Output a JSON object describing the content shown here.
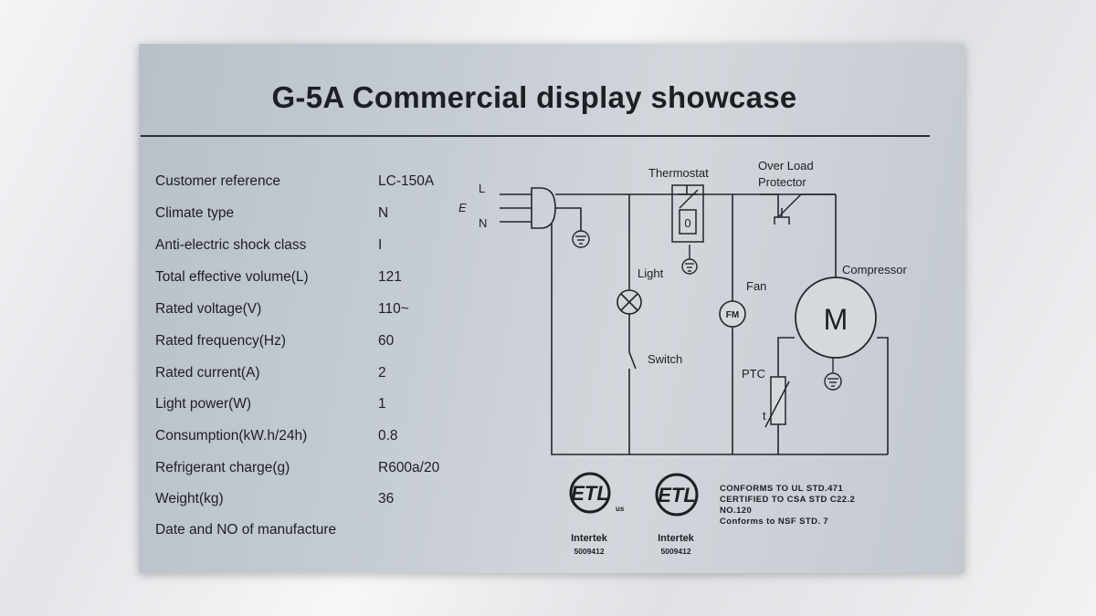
{
  "title": "G-5A Commercial display showcase",
  "specs": [
    {
      "label": "Customer reference",
      "value": "LC-150A"
    },
    {
      "label": "Climate type",
      "value": "N"
    },
    {
      "label": "Anti-electric shock class",
      "value": "I"
    },
    {
      "label": "Total effective volume(L)",
      "value": "121"
    },
    {
      "label": "Rated voltage(V)",
      "value": "110~"
    },
    {
      "label": "Rated frequency(Hz)",
      "value": "60"
    },
    {
      "label": "Rated current(A)",
      "value": "2"
    },
    {
      "label": "Light power(W)",
      "value": "1"
    },
    {
      "label": "Consumption(kW.h/24h)",
      "value": "0.8"
    },
    {
      "label": "Refrigerant charge(g)",
      "value": "R600a/20"
    },
    {
      "label": "Weight(kg)",
      "value": "36"
    },
    {
      "label": "Date and NO of manufacture",
      "value": ""
    }
  ],
  "circuit": {
    "terminal_l": "L",
    "terminal_e": "E",
    "terminal_n": "N",
    "thermostat": "Thermostat",
    "thermostat_mark": "0",
    "overload_line1": "Over Load",
    "overload_line2": "Protector",
    "compressor": "Compressor",
    "motor": "M",
    "fan": "Fan",
    "fan_motor": "FM",
    "light": "Light",
    "switch": "Switch",
    "ptc": "PTC",
    "ptc_mark": "t"
  },
  "certification": {
    "marks": [
      {
        "logo": "ETL",
        "suffix": "us",
        "company": "Intertek",
        "number": "5009412"
      },
      {
        "logo": "ETL",
        "suffix": "",
        "company": "Intertek",
        "number": "5009412"
      }
    ],
    "lines": [
      "CONFORMS TO UL STD.471",
      "CERTIFIED TO CSA STD C22.2",
      "NO.120",
      "Conforms to NSF STD. 7"
    ]
  }
}
